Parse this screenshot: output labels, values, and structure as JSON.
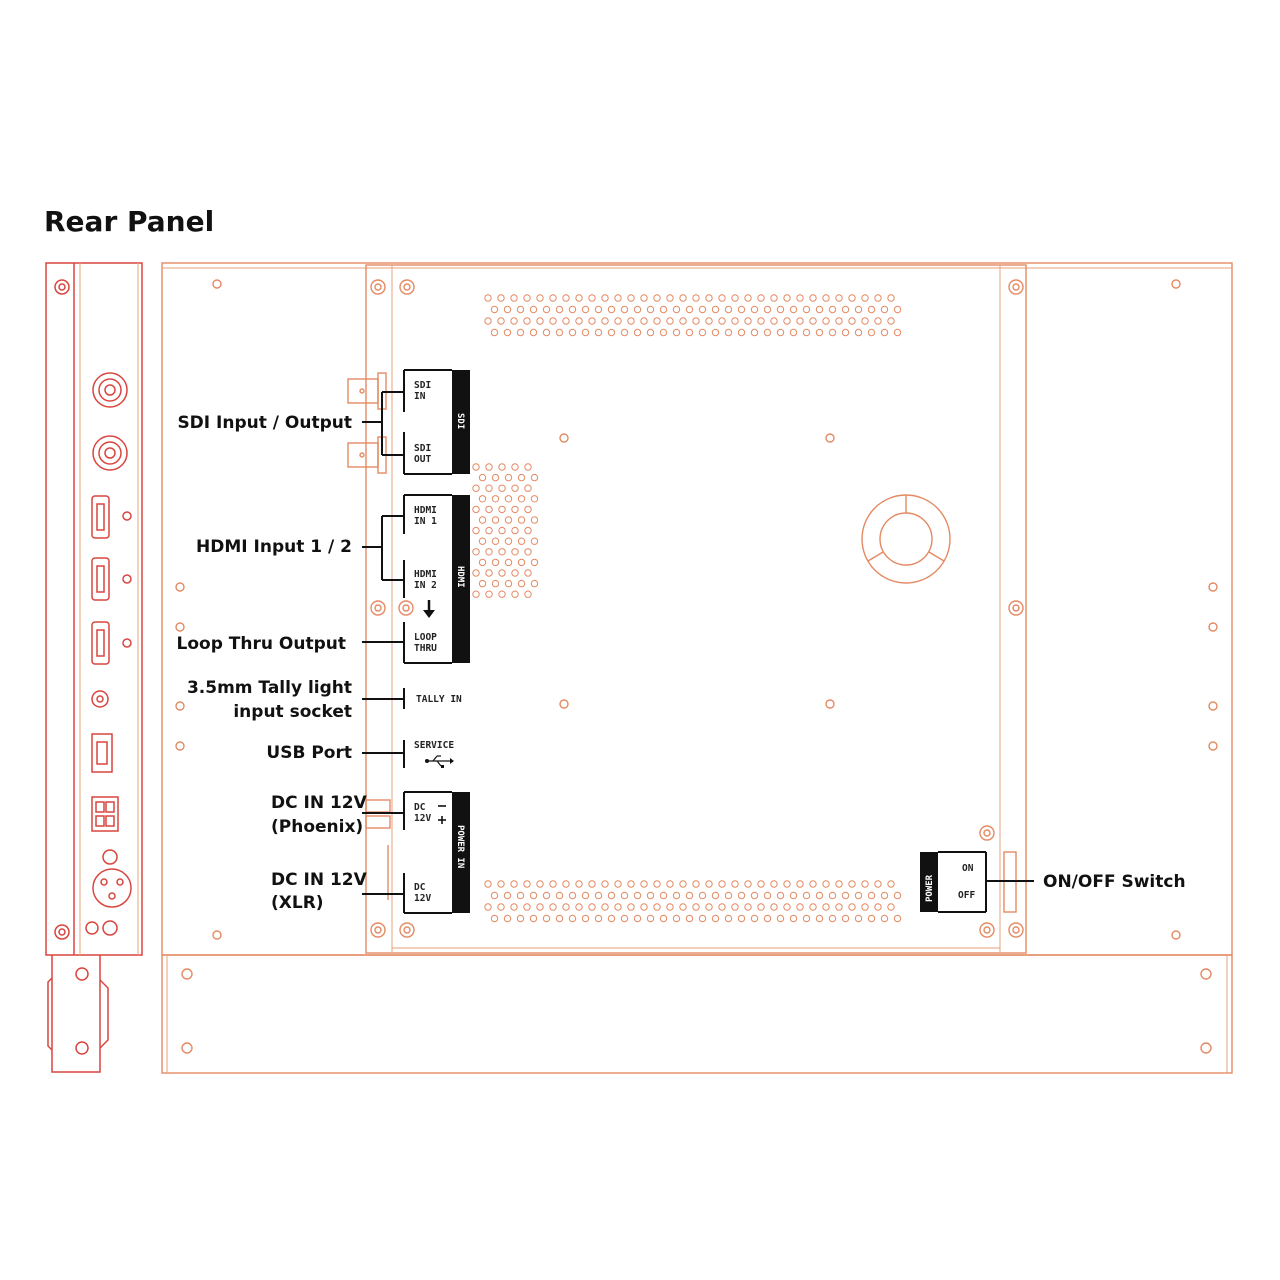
{
  "title": "Rear Panel",
  "callouts": {
    "sdi": "SDI Input / Output",
    "hdmi": "HDMI Input 1 / 2",
    "loop": "Loop Thru Output",
    "tally_line1": "3.5mm Tally light",
    "tally_line2": "input socket",
    "usb": "USB Port",
    "dc_phoenix_line1": "DC IN 12V",
    "dc_phoenix_line2": "(Phoenix)",
    "dc_xlr_line1": "DC IN 12V",
    "dc_xlr_line2": "(XLR)",
    "switch": "ON/OFF Switch"
  },
  "panel_labels": {
    "sdi_in_1": "SDI",
    "sdi_in_2": "IN",
    "sdi_out_1": "SDI",
    "sdi_out_2": "OUT",
    "sdi_bar": "SDI",
    "hdmi1_1": "HDMI",
    "hdmi1_2": "IN 1",
    "hdmi2_1": "HDMI",
    "hdmi2_2": "IN 2",
    "loop_1": "LOOP",
    "loop_2": "THRU",
    "hdmi_bar": "HDMI",
    "tally": "TALLY IN",
    "service": "SERVICE",
    "dc_1": "DC",
    "dc_2": "12V",
    "dc_xlr_1": "DC",
    "dc_xlr_2": "12V",
    "power_in_bar": "POWER IN",
    "power_bar": "POWER",
    "on": "ON",
    "off": "OFF"
  },
  "colors": {
    "outline": "#e48a63",
    "red_outline": "#d9453e",
    "label_bar": "#111111"
  },
  "icons": [
    "usb-icon",
    "arrow-down-icon"
  ]
}
